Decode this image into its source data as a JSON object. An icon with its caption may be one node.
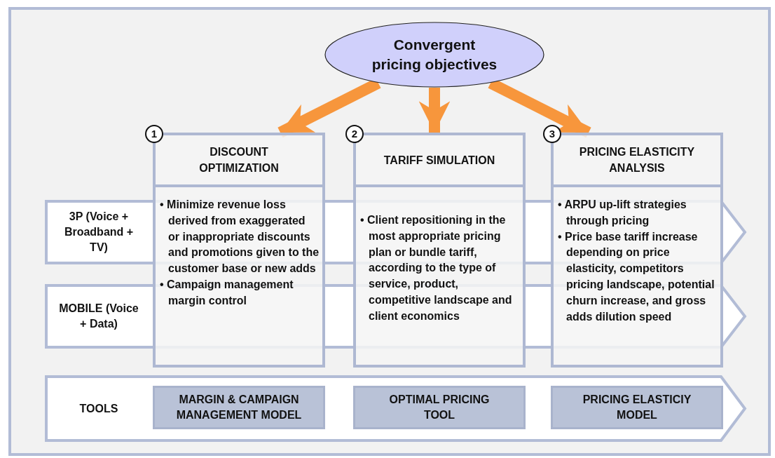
{
  "diagram": {
    "nodes": [
      {
        "text": [
          "Convergent pricing objectives"
        ]
      },
      {
        "text": [
          "1",
          "DISCOUNT OPTIMIZATION",
          "• Minimize revenue loss derived from exaggerated or inappropriate discounts and promotions given to the customer base or new adds",
          "• Campaign management margin control"
        ]
      },
      {
        "text": [
          "2",
          "TARIFF SIMULATION",
          "• Client repositioning in the most appropriate pricing plan or bundle tariff, according to the type of service, product, competitive landscape and client economics"
        ]
      },
      {
        "text": [
          "3",
          "PRICING ELASTICITY ANALYSIS",
          "• ARPU up-lift strategies through pricing",
          "• Price base tariff increase depending on price elasticity, competitors pricing landscape, potential churn increase, and gross adds dilution speed"
        ]
      },
      {
        "text": [
          "3P (Voice + Broadband + TV)"
        ]
      },
      {
        "text": [
          "MOBILE (Voice + Data)"
        ]
      },
      {
        "text": [
          "TOOLS"
        ]
      },
      {
        "text": [
          "MARGIN & CAMPAIGN MANAGEMENT MODEL"
        ],
        "in": 6
      },
      {
        "text": [
          "OPTIMAL PRICING TOOL"
        ],
        "in": 6
      },
      {
        "text": [
          "PRICING ELASTICIY MODEL"
        ],
        "in": 6
      }
    ],
    "edges": [
      {
        "from": 0,
        "to": 1,
        "arrow": "to"
      },
      {
        "from": 0,
        "to": 2,
        "arrow": "to"
      },
      {
        "from": 0,
        "to": 3,
        "arrow": "to"
      }
    ]
  }
}
